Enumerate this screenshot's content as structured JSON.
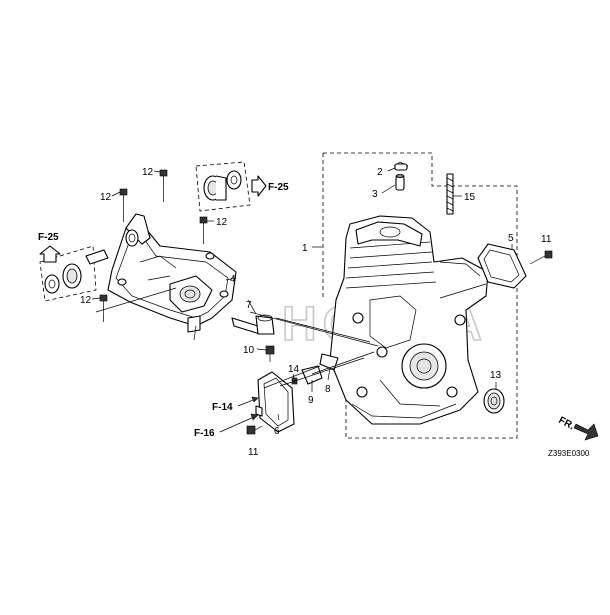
{
  "diagram": {
    "watermark": "HONDA",
    "drawing_code": "Z393E0300",
    "front_indicator": "FR.",
    "callouts": [
      {
        "id": "c1",
        "text": "1"
      },
      {
        "id": "c2",
        "text": "2"
      },
      {
        "id": "c3",
        "text": "3"
      },
      {
        "id": "c4",
        "text": "4"
      },
      {
        "id": "c5",
        "text": "5"
      },
      {
        "id": "c6",
        "text": "6"
      },
      {
        "id": "c7",
        "text": "7"
      },
      {
        "id": "c8",
        "text": "8"
      },
      {
        "id": "c9",
        "text": "9"
      },
      {
        "id": "c10",
        "text": "10"
      },
      {
        "id": "c11a",
        "text": "11"
      },
      {
        "id": "c11b",
        "text": "11"
      },
      {
        "id": "c12a",
        "text": "12"
      },
      {
        "id": "c12b",
        "text": "12"
      },
      {
        "id": "c12c",
        "text": "12"
      },
      {
        "id": "c12d",
        "text": "12"
      },
      {
        "id": "c13",
        "text": "13"
      },
      {
        "id": "c14",
        "text": "14"
      },
      {
        "id": "c15",
        "text": "15"
      }
    ],
    "references": [
      {
        "id": "f25a",
        "text": "F-25"
      },
      {
        "id": "f25b",
        "text": "F-25"
      },
      {
        "id": "f14",
        "text": "F-14"
      },
      {
        "id": "f16",
        "text": "F-16"
      }
    ]
  }
}
